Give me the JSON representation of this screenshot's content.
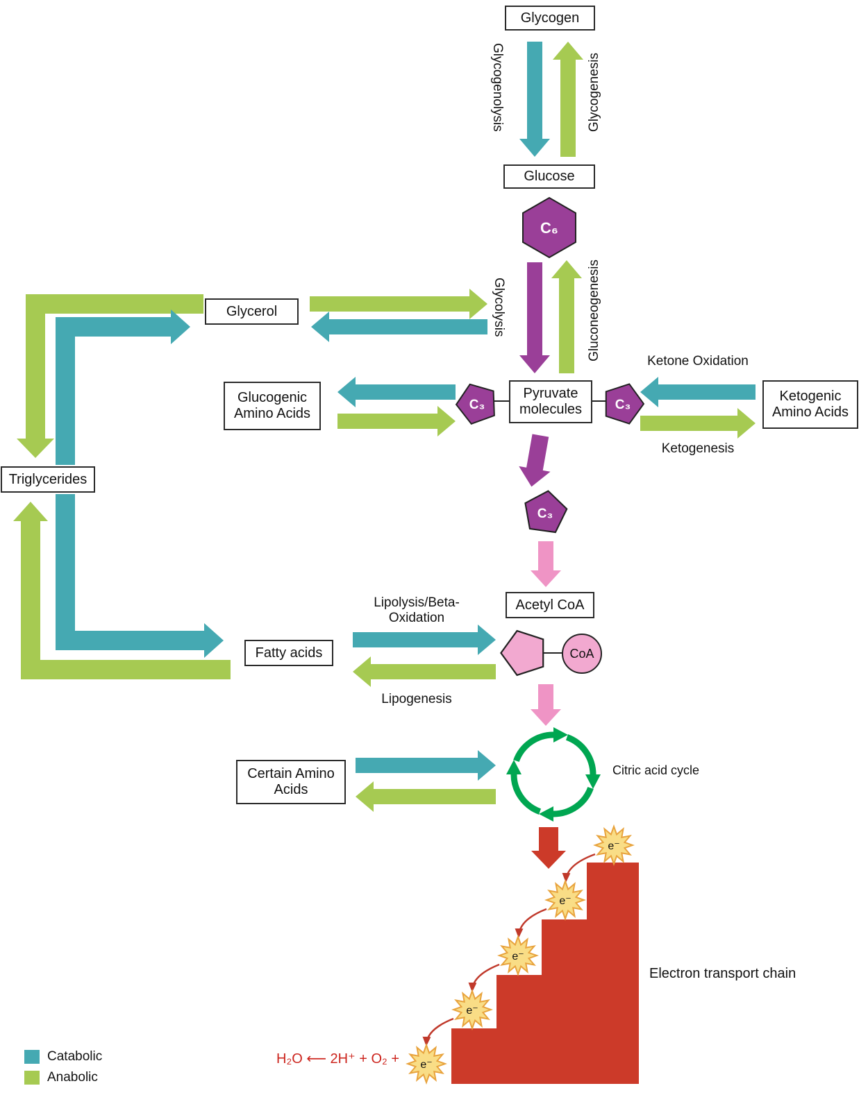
{
  "colors": {
    "catabolic": "#45a9b2",
    "anabolic": "#a6ca52",
    "purple": "#9a3f98",
    "pink": "#ef94c5",
    "pink_fill": "#f2a9d0",
    "citric": "#00a651",
    "etc_red": "#cc3a29",
    "text_red": "#cc241d",
    "star_fill": "#f9dd86",
    "star_stroke": "#e8a33d"
  },
  "nodes": {
    "glycogen": "Glycogen",
    "glucose": "Glucose",
    "glycerol": "Glycerol",
    "glucogenic_amino_acids": "Glucogenic\nAmino Acids",
    "pyruvate": "Pyruvate\nmolecules",
    "ketogenic_amino_acids": "Ketogenic\nAmino Acids",
    "triglycerides": "Triglycerides",
    "acetyl_coa": "Acetyl CoA",
    "fatty_acids": "Fatty acids",
    "certain_amino_acids": "Certain Amino\nAcids"
  },
  "pathways": {
    "glycogenolysis": "Glycogenolysis",
    "glycogenesis": "Glycogenesis",
    "glycolysis": "Glycolysis",
    "gluconeogenesis": "Gluconeogenesis",
    "ketone_oxidation": "Ketone Oxidation",
    "ketogenesis": "Ketogenesis",
    "lipolysis": "Lipolysis/Beta-\nOxidation",
    "lipogenesis": "Lipogenesis",
    "citric_acid_cycle": "Citric acid cycle",
    "electron_transport_chain": "Electron transport chain"
  },
  "molecules": {
    "c6": "C₆",
    "c3": "C₃",
    "coa": "CoA",
    "electron": "e⁻"
  },
  "equation": "H₂O ⟵ 2H⁺ + O₂ +",
  "legend": {
    "catabolic": "Catabolic",
    "anabolic": "Anabolic"
  }
}
